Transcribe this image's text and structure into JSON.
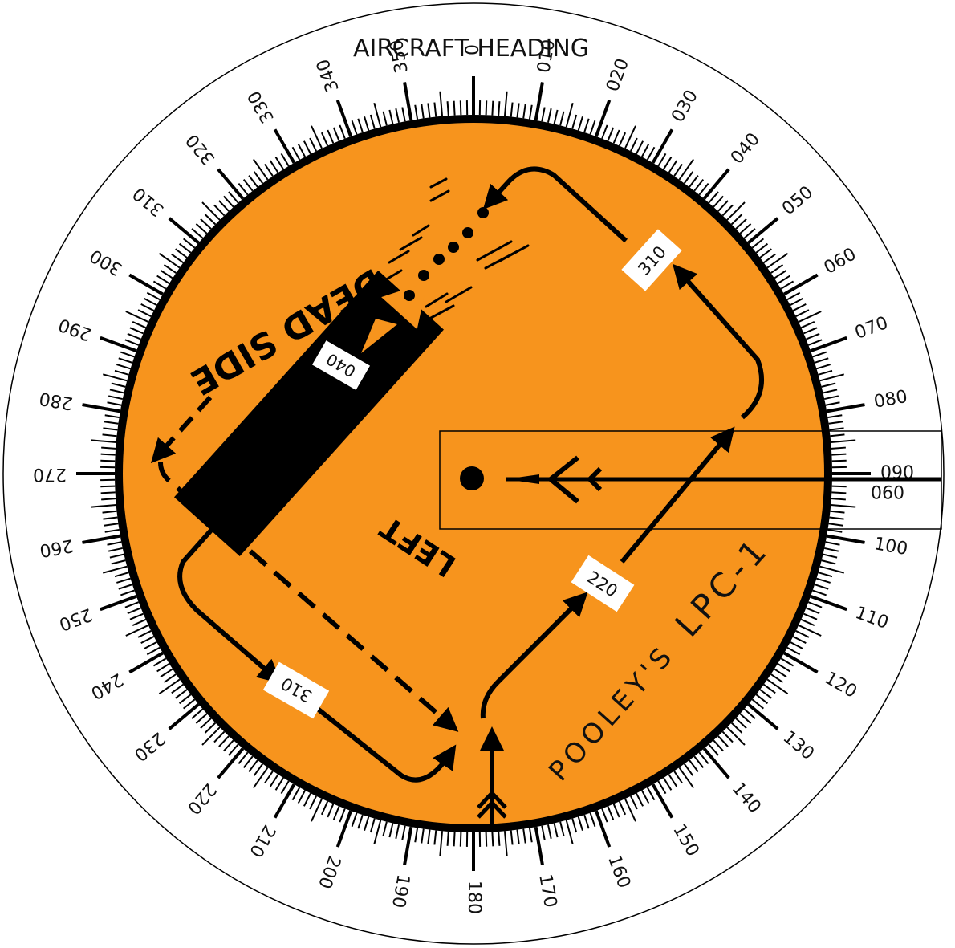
{
  "dial": {
    "title": "AIRCRAFT HEADING",
    "heading_labels": [
      "0",
      "010",
      "020",
      "030",
      "040",
      "050",
      "060",
      "070",
      "080",
      "090",
      "100",
      "110",
      "120",
      "130",
      "140",
      "150",
      "160",
      "170",
      "180",
      "190",
      "200",
      "210",
      "220",
      "230",
      "240",
      "250",
      "260",
      "270",
      "280",
      "290",
      "300",
      "310",
      "320",
      "330",
      "340",
      "350"
    ]
  },
  "pattern": {
    "dead_side": "DEAD SIDE",
    "left": "LEFT",
    "inbound_heading": "040",
    "teardrop_heading": "310",
    "parallel_heading": "310",
    "direct_heading": "220"
  },
  "slider": {
    "heading": "090"
  },
  "brand": {
    "name": "POOLEY'S",
    "model": "LPC-1"
  },
  "colors": {
    "face": "#F7941D",
    "ring": "#000000",
    "card": "#ffffff"
  }
}
